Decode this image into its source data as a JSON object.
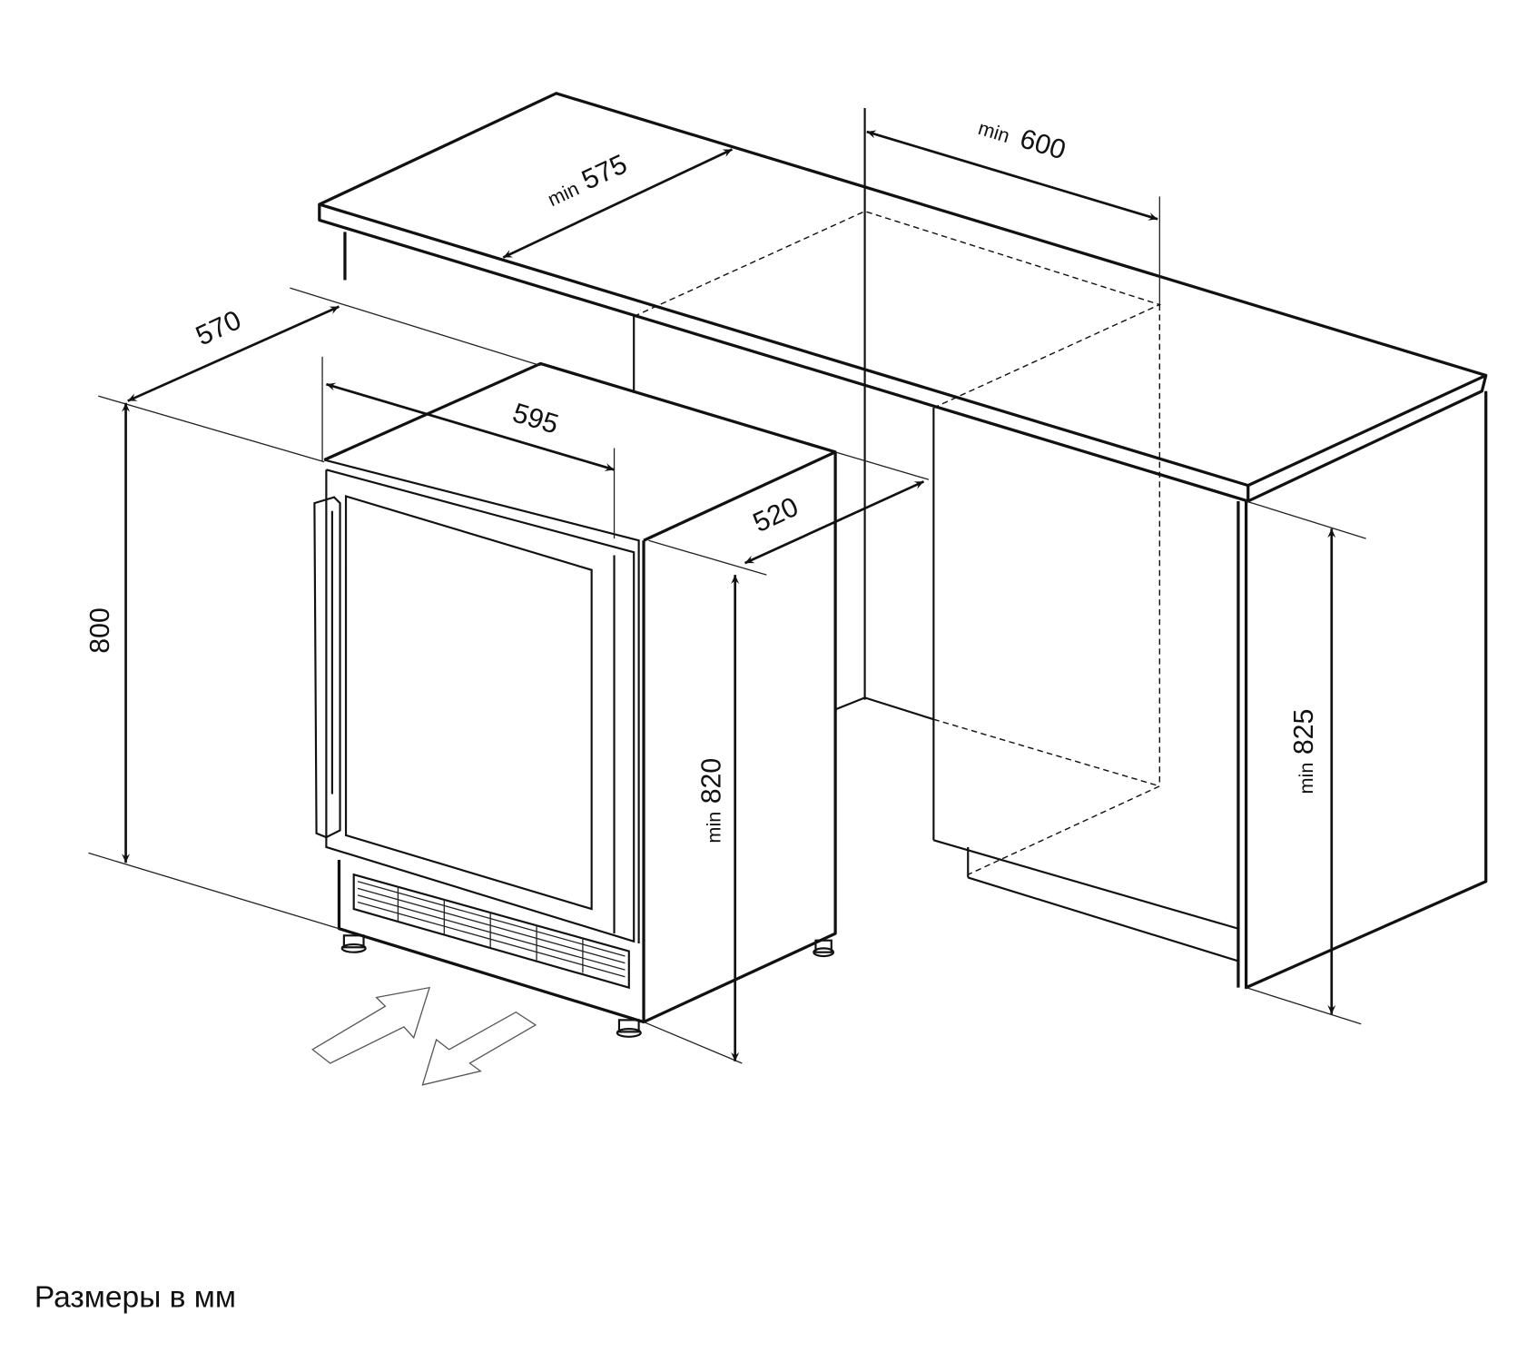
{
  "caption": "Размеры в мм",
  "dimensions": {
    "counter_depth": {
      "prefix": "min",
      "value": "575"
    },
    "niche_width": {
      "prefix": "min",
      "value": "600"
    },
    "appliance_depth_total": {
      "value": "570"
    },
    "appliance_width": {
      "value": "595"
    },
    "appliance_body_depth": {
      "value": "520"
    },
    "appliance_height": {
      "value": "800"
    },
    "niche_height": {
      "prefix": "min",
      "value": "820"
    },
    "counter_height": {
      "prefix": "min",
      "value": "825"
    }
  }
}
